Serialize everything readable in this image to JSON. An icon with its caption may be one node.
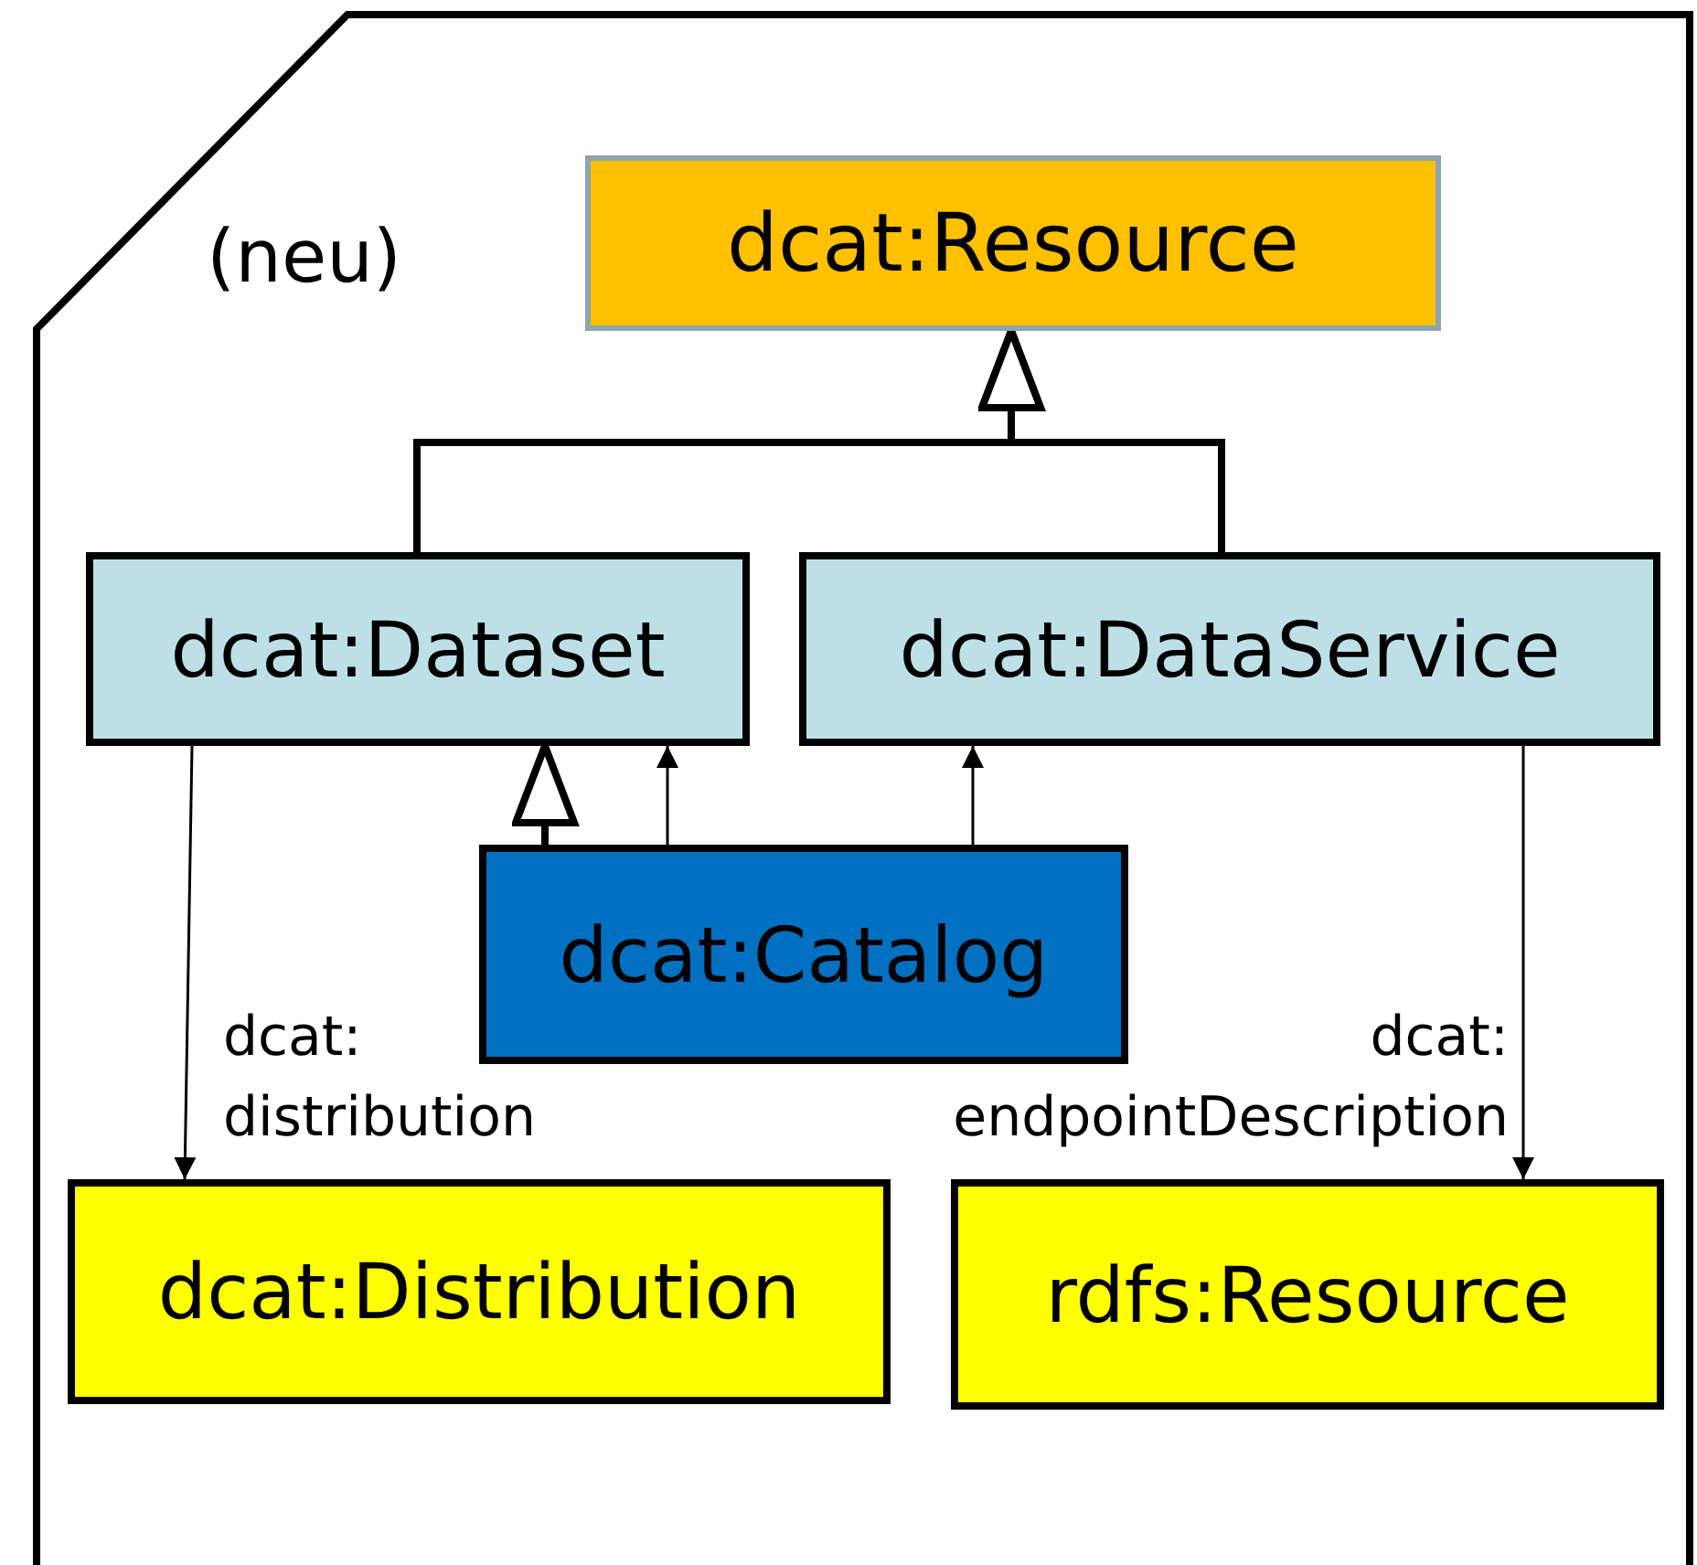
{
  "diagram": {
    "nodes": [
      {
        "text": [
          "(neu)"
        ]
      },
      {
        "text": [
          "dcat:Resource"
        ],
        "in": 0
      },
      {
        "text": [
          "dcat:Dataset"
        ],
        "in": 0
      },
      {
        "text": [
          "dcat:DataService"
        ],
        "in": 0
      },
      {
        "text": [
          "dcat:Catalog"
        ],
        "in": 0
      },
      {
        "text": [
          "dcat:Distribution"
        ],
        "in": 0
      },
      {
        "text": [
          "rdfs:Resource"
        ],
        "in": 0
      }
    ],
    "edges": [
      {
        "from": 2,
        "to": 1,
        "arrow": "to",
        "style": "thick"
      },
      {
        "from": 3,
        "to": 1,
        "arrow": "to",
        "style": "thick"
      },
      {
        "from": 4,
        "to": 2,
        "arrow": "to",
        "style": "thick"
      },
      {
        "from": 4,
        "to": 2,
        "arrow": "to"
      },
      {
        "from": 4,
        "to": 3,
        "arrow": "to"
      },
      {
        "from": 2,
        "to": 5,
        "arrow": "to",
        "label": "dcat: distribution"
      },
      {
        "from": 3,
        "to": 6,
        "arrow": "to",
        "label": "dcat: endpointDescription"
      }
    ]
  }
}
